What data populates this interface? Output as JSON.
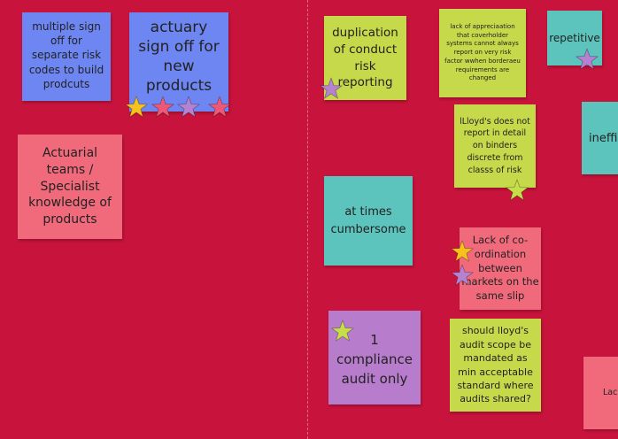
{
  "board": {
    "background": "#c8143c",
    "notes": [
      {
        "id": "n1",
        "color": "blue",
        "text": "multiple sign off for separate risk codes  to build prodcuts"
      },
      {
        "id": "n2",
        "color": "blue",
        "text": "actuary sign off for new products"
      },
      {
        "id": "n3",
        "color": "pink",
        "text": "Actuarial teams / Specialist knowledge of products"
      },
      {
        "id": "n4",
        "color": "lime",
        "text": "duplication of conduct risk reporting"
      },
      {
        "id": "n5",
        "color": "lime",
        "text": "lack of appreciaation that coverholder systems cannot always report on very risk factor wwhen borderaeu requirements are changed"
      },
      {
        "id": "n6",
        "color": "teal",
        "text": "repetitive"
      },
      {
        "id": "n7",
        "color": "lime",
        "text": "lLloyd's does not report in detail on binders discrete from classs of risk"
      },
      {
        "id": "n8",
        "color": "teal",
        "text": "ineffi"
      },
      {
        "id": "n9",
        "color": "teal",
        "text": "at times cumbersome"
      },
      {
        "id": "n10",
        "color": "pink",
        "text": "Lack of co-ordination between markets on the same slip"
      },
      {
        "id": "n11",
        "color": "purple",
        "text": "1 compliance audit only"
      },
      {
        "id": "n12",
        "color": "lime",
        "text": "should lloyd's audit scope be mandated as min acceptable standard where audits shared?"
      },
      {
        "id": "n13",
        "color": "pink",
        "text": "Lac techno Lloyd's ordi bet"
      }
    ],
    "vote_colors": {
      "yellow": "#f7c21b",
      "pink": "#ee5878",
      "purple": "#b482d0",
      "lime": "#c6de4a"
    }
  }
}
